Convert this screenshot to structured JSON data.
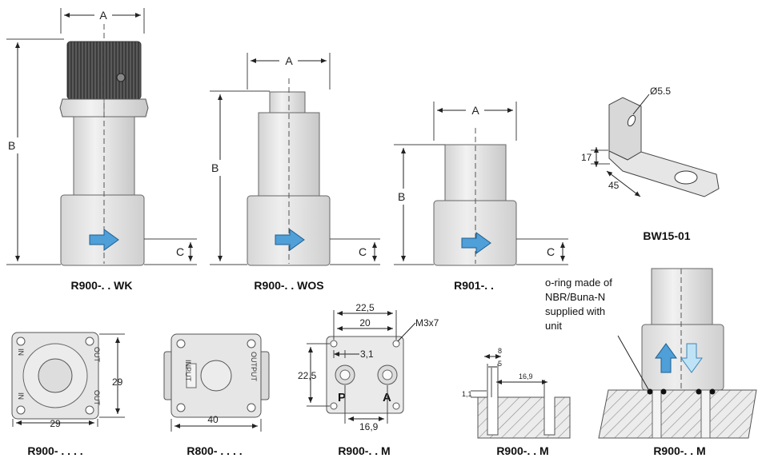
{
  "labels": {
    "dim_a": "A",
    "dim_b": "B",
    "dim_c": "C",
    "hole_dia": "Ø5.5",
    "dim_17": "17",
    "dim_45": "45",
    "dim_29": "29",
    "dim_40": "40",
    "dim_22_5": "22,5",
    "dim_20": "20",
    "dim_3_1": "3,1",
    "dim_16_9": "16,9",
    "thread": "M3x7",
    "dim_8": "8",
    "dim_5": "5",
    "dim_1_1": "1,1",
    "port_in": "IN",
    "port_out": "OUT",
    "port_input": "INPUT",
    "port_output": "OUTPUT",
    "port_p": "P",
    "port_a": "A"
  },
  "captions": {
    "r900_wk": "R900-. . WK",
    "r900_wos": "R900-. . WOS",
    "r901": "R901-. .",
    "bw15": "BW15-01",
    "r900_dots": "R900- . . . .",
    "r800_dots": "R800- . . . .",
    "r900_m1": "R900-. . M",
    "r900_m2": "R900-. . M",
    "r900_m3": "R900-. . M"
  },
  "note": {
    "line1": "o-ring made of",
    "line2": "NBR/Buna-N",
    "line3": "supplied with",
    "line4": "unit"
  },
  "colors": {
    "arrow_blue": "#4f9fd8",
    "arrow_light": "#bfe3f6",
    "body_grey": "#e3e3e3",
    "outline": "#7a7a7a"
  }
}
